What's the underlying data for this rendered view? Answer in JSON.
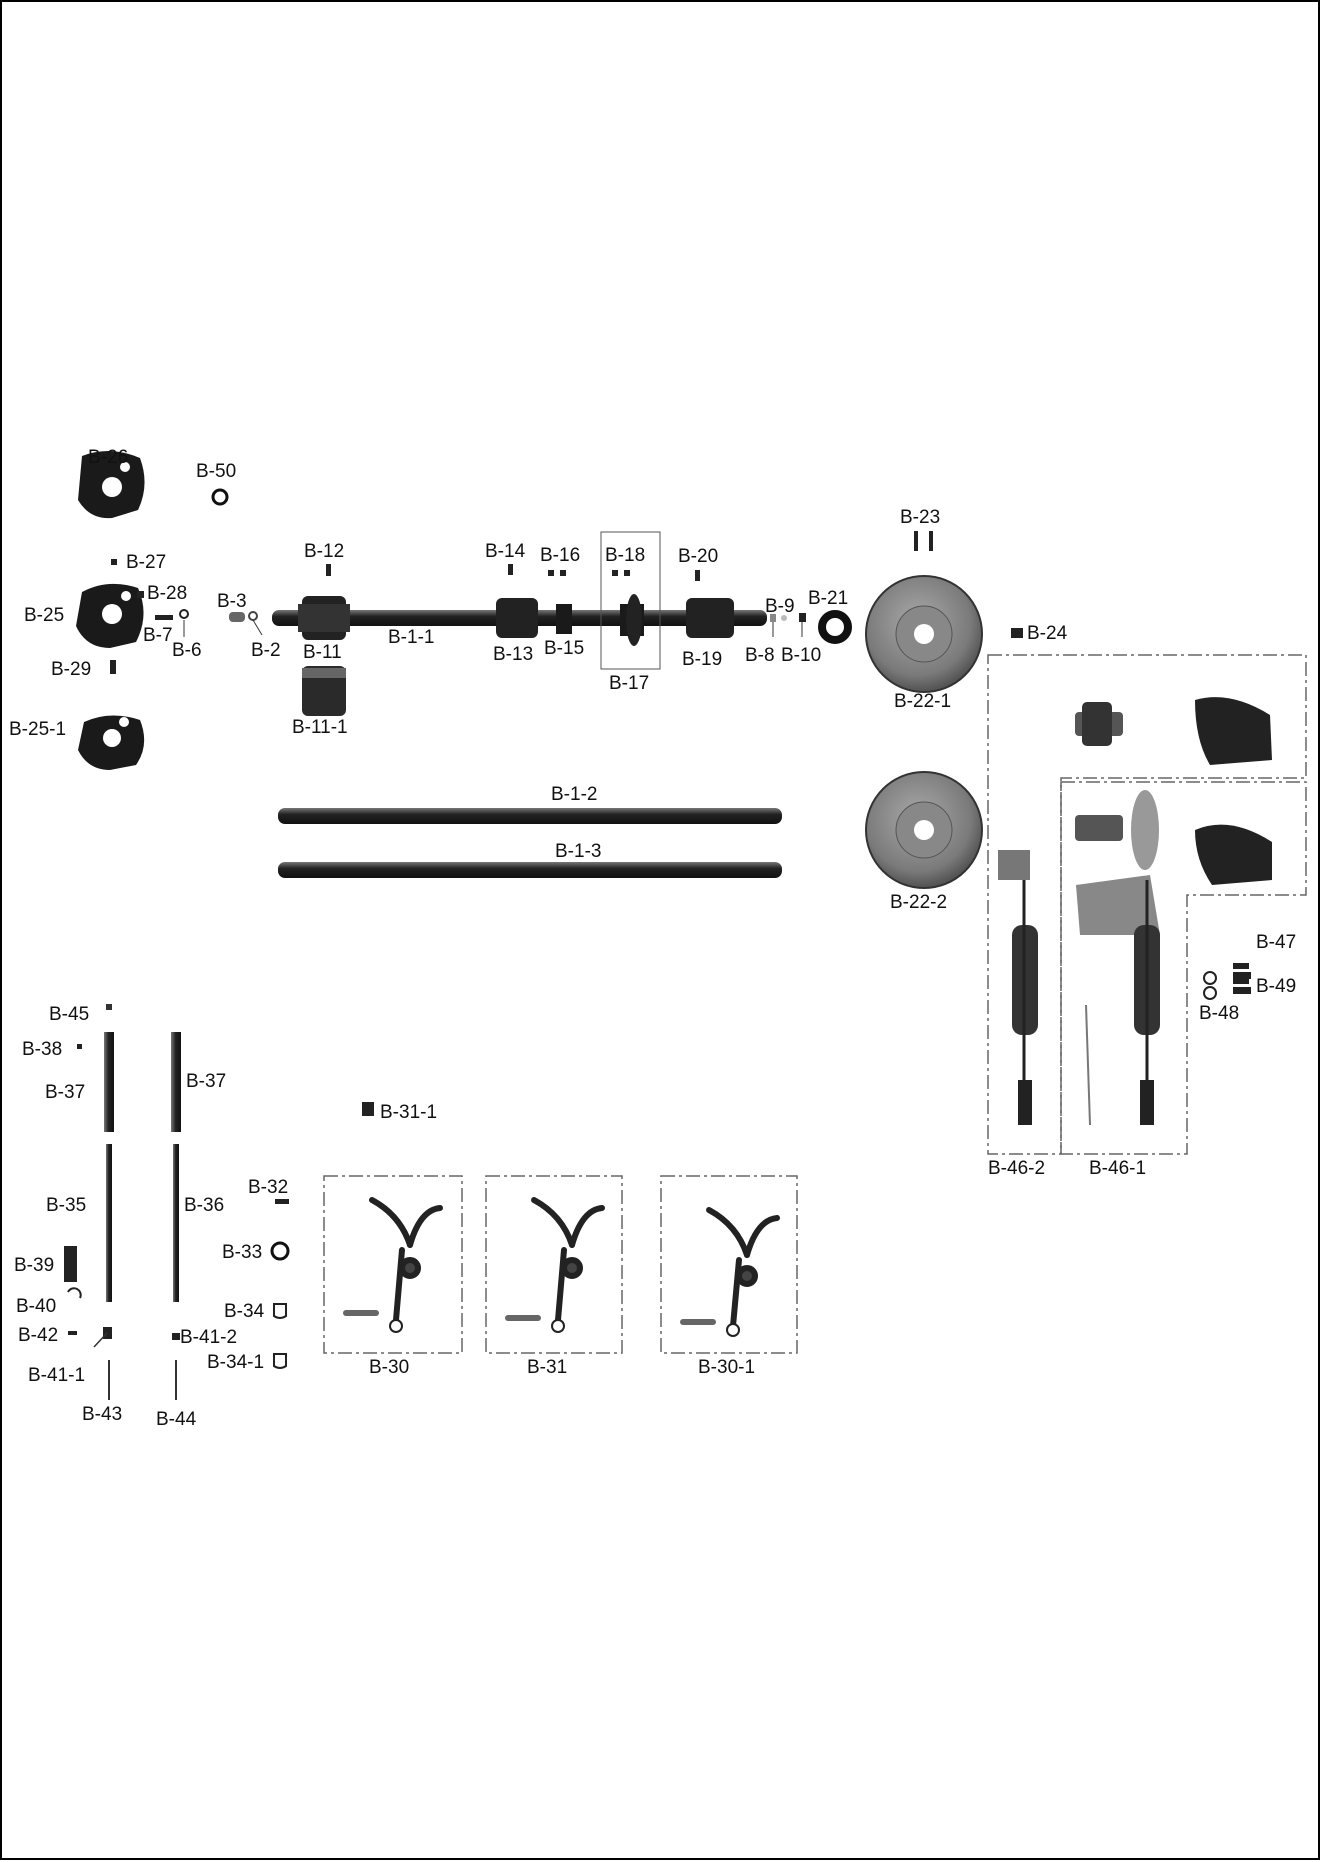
{
  "diagram": {
    "labels": [
      {
        "id": "b26",
        "text": "B-26"
      },
      {
        "id": "b50",
        "text": "B-50"
      },
      {
        "id": "b27",
        "text": "B-27"
      },
      {
        "id": "b28",
        "text": "B-28"
      },
      {
        "id": "b25",
        "text": "B-25"
      },
      {
        "id": "b7",
        "text": "B-7"
      },
      {
        "id": "b6",
        "text": "B-6"
      },
      {
        "id": "b3",
        "text": "B-3"
      },
      {
        "id": "b2",
        "text": "B-2"
      },
      {
        "id": "b29",
        "text": "B-29"
      },
      {
        "id": "b25_1",
        "text": "B-25-1"
      },
      {
        "id": "b12",
        "text": "B-12"
      },
      {
        "id": "b11",
        "text": "B-11"
      },
      {
        "id": "b11_1",
        "text": "B-11-1"
      },
      {
        "id": "b1_1",
        "text": "B-1-1"
      },
      {
        "id": "b14",
        "text": "B-14"
      },
      {
        "id": "b16",
        "text": "B-16"
      },
      {
        "id": "b13",
        "text": "B-13"
      },
      {
        "id": "b15",
        "text": "B-15"
      },
      {
        "id": "b18",
        "text": "B-18"
      },
      {
        "id": "b17",
        "text": "B-17"
      },
      {
        "id": "b20",
        "text": "B-20"
      },
      {
        "id": "b19",
        "text": "B-19"
      },
      {
        "id": "b9",
        "text": "B-9"
      },
      {
        "id": "b8",
        "text": "B-8"
      },
      {
        "id": "b10",
        "text": "B-10"
      },
      {
        "id": "b21",
        "text": "B-21"
      },
      {
        "id": "b23",
        "text": "B-23"
      },
      {
        "id": "b22_1",
        "text": "B-22-1"
      },
      {
        "id": "b24",
        "text": "B-24"
      },
      {
        "id": "b1_2",
        "text": "B-1-2"
      },
      {
        "id": "b1_3",
        "text": "B-1-3"
      },
      {
        "id": "b22_2",
        "text": "B-22-2"
      },
      {
        "id": "b47",
        "text": "B-47"
      },
      {
        "id": "b49",
        "text": "B-49"
      },
      {
        "id": "b48",
        "text": "B-48"
      },
      {
        "id": "b46_2",
        "text": "B-46-2"
      },
      {
        "id": "b46_1",
        "text": "B-46-1"
      },
      {
        "id": "b45",
        "text": "B-45"
      },
      {
        "id": "b38",
        "text": "B-38"
      },
      {
        "id": "b37a",
        "text": "B-37"
      },
      {
        "id": "b37b",
        "text": "B-37"
      },
      {
        "id": "b31_1",
        "text": "B-31-1"
      },
      {
        "id": "b32",
        "text": "B-32"
      },
      {
        "id": "b35",
        "text": "B-35"
      },
      {
        "id": "b36",
        "text": "B-36"
      },
      {
        "id": "b33",
        "text": "B-33"
      },
      {
        "id": "b39",
        "text": "B-39"
      },
      {
        "id": "b40",
        "text": "B-40"
      },
      {
        "id": "b34",
        "text": "B-34"
      },
      {
        "id": "b42",
        "text": "B-42"
      },
      {
        "id": "b41_2",
        "text": "B-41-2"
      },
      {
        "id": "b34_1",
        "text": "B-34-1"
      },
      {
        "id": "b41_1",
        "text": "B-41-1"
      },
      {
        "id": "b30",
        "text": "B-30"
      },
      {
        "id": "b31",
        "text": "B-31"
      },
      {
        "id": "b30_1",
        "text": "B-30-1"
      },
      {
        "id": "b43",
        "text": "B-43"
      },
      {
        "id": "b44",
        "text": "B-44"
      }
    ]
  }
}
